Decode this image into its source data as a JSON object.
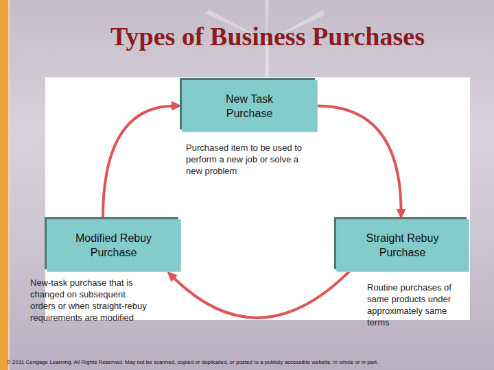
{
  "diagram": {
    "title": "Types of Business Purchases",
    "nodes": [
      {
        "text": [
          "New Task Purchase"
        ]
      },
      {
        "text": [
          "Straight Rebuy Purchase"
        ]
      },
      {
        "text": [
          "Modified Rebuy Purchase"
        ]
      }
    ],
    "edges": [
      {
        "from": 0,
        "to": 1,
        "arrow": "to"
      },
      {
        "from": 1,
        "to": 2,
        "arrow": "to"
      },
      {
        "from": 2,
        "to": 0,
        "arrow": "to"
      }
    ],
    "labels": [
      "Purchased item to be used to perform a new job or solve a new problem",
      "Routine purchases of same products under approximately same terms",
      "New-task purchase that is changed on subsequent orders or when straight-rebuy requirements are modified",
      "© 2011 Cengage Learning. All Rights Reserved. May not be scanned, copied or duplicated, or posted to a publicly accessible website, in whole or in part."
    ]
  }
}
